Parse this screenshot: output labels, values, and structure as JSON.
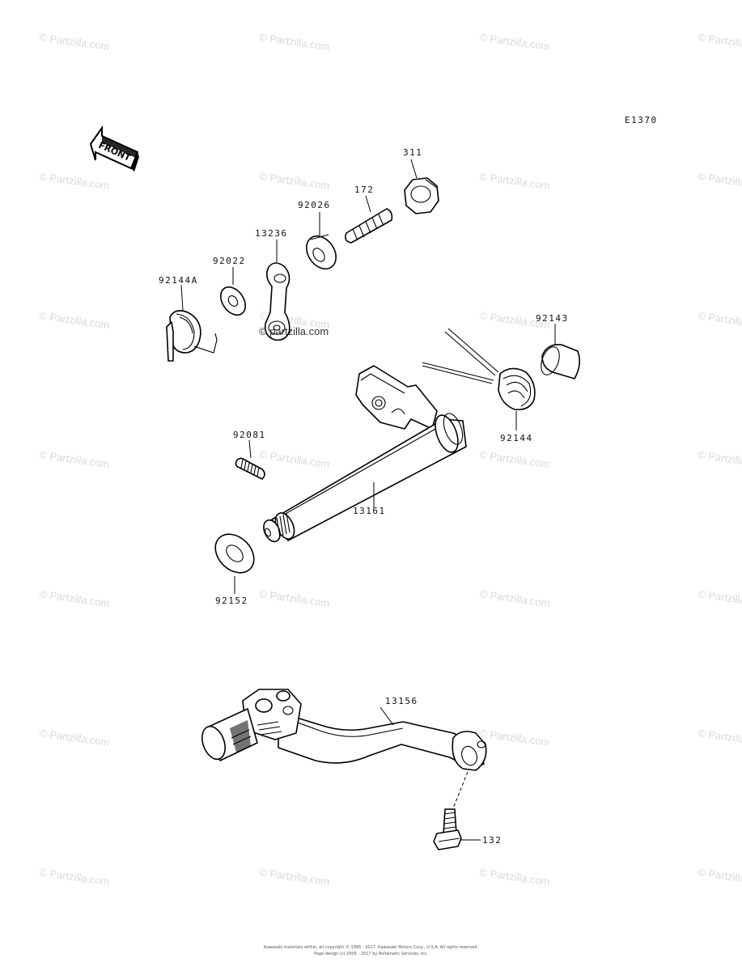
{
  "diagram_code": "E1370",
  "front_label": "FRONT",
  "watermark_text": "© Partzilla.com",
  "center_watermark": "© partzilla.com",
  "parts": {
    "p311": "311",
    "p172": "172",
    "p92026": "92026",
    "p13236": "13236",
    "p92022": "92022",
    "p92144A": "92144A",
    "p92143": "92143",
    "p92144": "92144",
    "p92081": "92081",
    "p13161": "13161",
    "p92152": "92152",
    "p13156": "13156",
    "p132": "132"
  },
  "footer": {
    "line1": "Kawasaki materials within, all copyright © 1995 - 2017. Kawasaki Motors Corp., U.S.A. All rights reserved.",
    "line2": "Page design (c) 2005 - 2017 by Rollamatic Services, Inc."
  }
}
